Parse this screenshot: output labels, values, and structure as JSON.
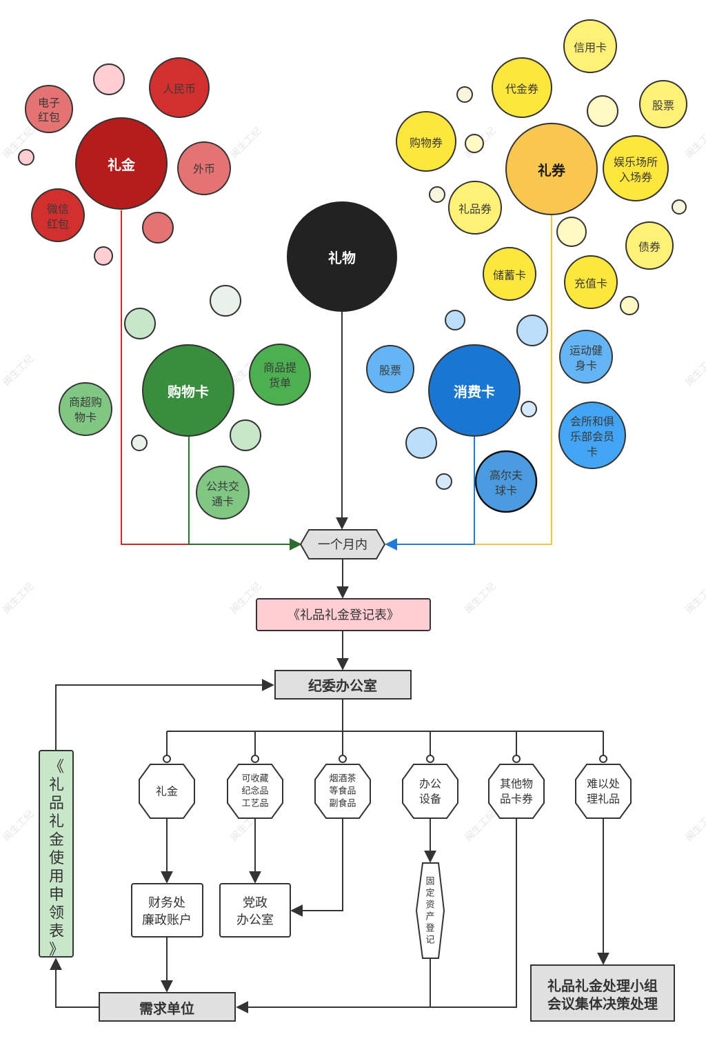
{
  "watermark": "闽生工纪",
  "colors": {
    "red_hub": "#b71c1c",
    "red_mid": "#d32f2f",
    "red_light": "#e57373",
    "red_pale": "#ffcdd2",
    "yellow_hub": "#f9c74f",
    "yellow_mid": "#fde73c",
    "yellow_light": "#fff176",
    "yellow_pale": "#fff9c4",
    "yellow_ghost": "#f7f5dc",
    "green_hub": "#388e3c",
    "green_mid": "#4caf50",
    "green_light": "#81c784",
    "green_pale": "#c8e6c9",
    "green_ghost": "#e8f2ea",
    "blue_hub": "#1976d2",
    "blue_mid": "#42a5f5",
    "blue_light": "#64b5f6",
    "blue_pale": "#bbdefb",
    "black_hub": "#222222",
    "line_red": "#c62828",
    "line_green": "#2e6b2e",
    "line_blue": "#1e7bd6",
    "line_yellow": "#f5c242",
    "pink_box": "#ffcdd2",
    "gray_box": "#e0e0e0",
    "green_box": "#c8e6c9"
  },
  "hubs": {
    "lijin": "礼金",
    "liquan": "礼券",
    "liwu": "礼物",
    "gouwuka": "购物卡",
    "xiaofeika": "消费卡"
  },
  "lijin_items": [
    {
      "line1": "电子",
      "line2": "红包"
    },
    {
      "line1": "人民币",
      "line2": ""
    },
    {
      "line1": "外币",
      "line2": ""
    },
    {
      "line1": "微信",
      "line2": "红包"
    }
  ],
  "liquan_items": [
    {
      "line1": "信用卡",
      "line2": ""
    },
    {
      "line1": "代金券",
      "line2": ""
    },
    {
      "line1": "股票",
      "line2": ""
    },
    {
      "line1": "购物券",
      "line2": ""
    },
    {
      "line1": "娱乐场所",
      "line2": "入场券"
    },
    {
      "line1": "礼品券",
      "line2": ""
    },
    {
      "line1": "债券",
      "line2": ""
    },
    {
      "line1": "储蓄卡",
      "line2": ""
    },
    {
      "line1": "充值卡",
      "line2": ""
    }
  ],
  "gouwuka_items": [
    {
      "line1": "商品提",
      "line2": "货单"
    },
    {
      "line1": "商超购",
      "line2": "物卡"
    },
    {
      "line1": "公共交",
      "line2": "通卡"
    }
  ],
  "xiaofeika_items": [
    {
      "line1": "股票",
      "line2": "",
      "line3": ""
    },
    {
      "line1": "运动健",
      "line2": "身卡",
      "line3": ""
    },
    {
      "line1": "会所和俱",
      "line2": "乐部会员",
      "line3": "卡"
    },
    {
      "line1": "高尔夫",
      "line2": "球卡",
      "line3": ""
    }
  ],
  "flow": {
    "within_month": "一个月内",
    "register_form": "《礼品礼金登记表》",
    "discipline_office": "纪委办公室",
    "categories": [
      {
        "lines": [
          "礼金"
        ]
      },
      {
        "lines": [
          "可收藏",
          "纪念品",
          "工艺品"
        ]
      },
      {
        "lines": [
          "烟酒茶",
          "等食品",
          "副食品"
        ]
      },
      {
        "lines": [
          "办公",
          "设备"
        ]
      },
      {
        "lines": [
          "其他物",
          "品卡券"
        ]
      },
      {
        "lines": [
          "难以处",
          "理礼品"
        ]
      }
    ],
    "finance": [
      "财务处",
      "廉政账户"
    ],
    "party_office": [
      "党政",
      "办公室"
    ],
    "fixed_asset": [
      "固",
      "定",
      "资",
      "产",
      "登",
      "记"
    ],
    "demand_unit": "需求单位",
    "group_decision": [
      "礼品礼金处理小组",
      "会议集体决策处理"
    ],
    "usage_form": [
      "《",
      "礼",
      "品",
      "礼",
      "金",
      "使",
      "用",
      "申",
      "领",
      "表",
      "》"
    ]
  }
}
